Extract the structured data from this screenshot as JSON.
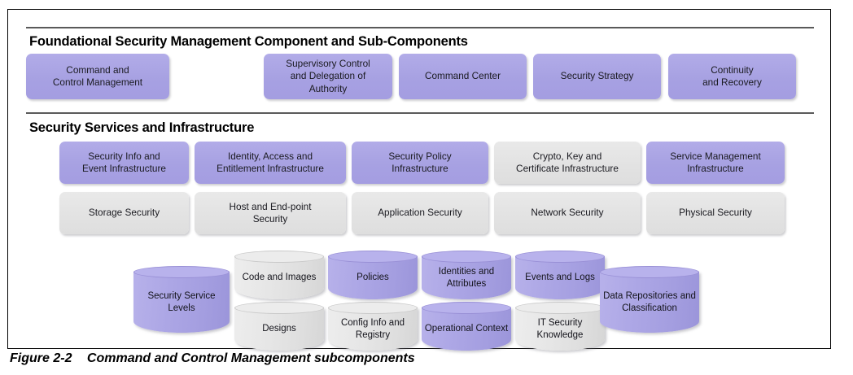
{
  "figure": {
    "caption_number": "Figure 2-2",
    "caption_text": "Command and Control Management subcomponents"
  },
  "colors": {
    "purple": "#aaa4e4",
    "gray": "#e4e4e4",
    "rule": "#5a5a5a",
    "frame": "#000000",
    "text": "#1a1a20"
  },
  "sections": [
    {
      "id": "foundational",
      "title": "Foundational Security Management Component and Sub-Components",
      "boxes": [
        {
          "label": "Command and\nControl Management",
          "line1": "Command and",
          "line2": "Control Management",
          "line3": "",
          "fill": "purple"
        },
        {
          "label": "Supervisory Control and Delegation of Authority",
          "line1": "Supervisory Control",
          "line2": "and Delegation of",
          "line3": "Authority",
          "fill": "purple"
        },
        {
          "label": "Command Center",
          "line1": "Command Center",
          "line2": "",
          "line3": "",
          "fill": "purple"
        },
        {
          "label": "Security Strategy",
          "line1": "Security Strategy",
          "line2": "",
          "line3": "",
          "fill": "purple"
        },
        {
          "label": "Continuity and Recovery",
          "line1": "Continuity",
          "line2": "and Recovery",
          "line3": "",
          "fill": "purple"
        }
      ]
    },
    {
      "id": "services",
      "title": "Security Services and Infrastructure",
      "infrastructure_row": [
        {
          "label": "Security Info and Event Infrastructure",
          "line1": "Security Info and",
          "line2": "Event Infrastructure",
          "fill": "purple"
        },
        {
          "label": "Identity, Access and Entitlement Infrastructure",
          "line1": "Identity, Access and",
          "line2": "Entitlement Infrastructure",
          "fill": "purple"
        },
        {
          "label": "Security Policy Infrastructure",
          "line1": "Security Policy",
          "line2": "Infrastructure",
          "fill": "purple"
        },
        {
          "label": "Crypto, Key and Certificate Infrastructure",
          "line1": "Crypto, Key and",
          "line2": "Certificate Infrastructure",
          "fill": "gray"
        },
        {
          "label": "Service Management Infrastructure",
          "line1": "Service Management",
          "line2": "Infrastructure",
          "fill": "purple"
        }
      ],
      "security_row": [
        {
          "label": "Storage Security",
          "line1": "Storage Security",
          "line2": "",
          "fill": "gray"
        },
        {
          "label": "Host and End-point Security",
          "line1": "Host and End-point",
          "line2": "Security",
          "fill": "gray"
        },
        {
          "label": "Application Security",
          "line1": "Application Security",
          "line2": "",
          "fill": "gray"
        },
        {
          "label": "Network Security",
          "line1": "Network Security",
          "line2": "",
          "fill": "gray"
        },
        {
          "label": "Physical Security",
          "line1": "Physical Security",
          "line2": "",
          "fill": "gray"
        }
      ],
      "repositories": {
        "tall_left": {
          "label": "Security Service Levels",
          "line1": "Security",
          "line2": "Service Levels",
          "fill": "purple"
        },
        "tall_right": {
          "label": "Data Repositories and Classification",
          "line1": "Data Repositories",
          "line2": "and Classification",
          "fill": "purple"
        },
        "upper": [
          {
            "label": "Code and Images",
            "line1": "Code and",
            "line2": "Images",
            "fill": "gray"
          },
          {
            "label": "Policies",
            "line1": "Policies",
            "line2": "",
            "fill": "purple"
          },
          {
            "label": "Identities and Attributes",
            "line1": "Identities and",
            "line2": "Attributes",
            "fill": "purple"
          },
          {
            "label": "Events and Logs",
            "line1": "Events and",
            "line2": "Logs",
            "fill": "purple"
          }
        ],
        "lower": [
          {
            "label": "Designs",
            "line1": "Designs",
            "line2": "",
            "fill": "gray"
          },
          {
            "label": "Config Info and Registry",
            "line1": "Config Info and",
            "line2": "Registry",
            "fill": "gray"
          },
          {
            "label": "Operational Context",
            "line1": "Operational",
            "line2": "Context",
            "fill": "purple"
          },
          {
            "label": "IT Security Knowledge",
            "line1": "IT Security",
            "line2": "Knowledge",
            "fill": "gray"
          }
        ]
      }
    }
  ]
}
